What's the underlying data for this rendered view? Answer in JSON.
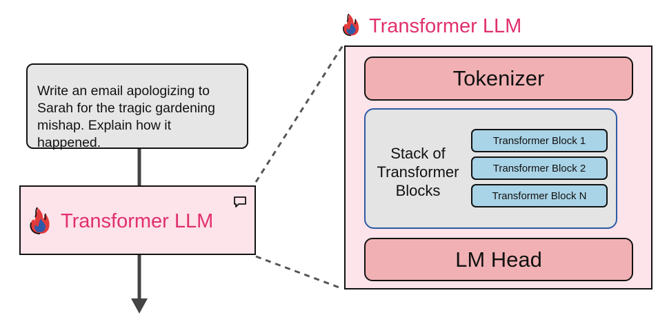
{
  "prompt": {
    "text_lines": [
      "Write an email apologizing to",
      "Sarah for the tragic gardening",
      "mishap. Explain how it happened."
    ]
  },
  "llm_box": {
    "label": "Transformer LLM",
    "logo_icon": "flame-logo-icon",
    "corner_icon": "comment-icon"
  },
  "detail": {
    "title": "Transformer LLM",
    "tokenizer_label": "Tokenizer",
    "stack_label_lines": [
      "Stack of",
      "Transformer",
      "Blocks"
    ],
    "blocks": [
      "Transformer Block 1",
      "Transformer Block 2",
      "Transformer Block N"
    ],
    "lm_head_label": "LM Head"
  },
  "colors": {
    "accent_text": "#e0306e",
    "llm_fill": "#fde3ea",
    "pill_fill": "#f1b1b4",
    "block_fill": "#a9d3e6",
    "stack_border": "#2b5aa3",
    "prompt_fill": "#e6e6e6",
    "arrow": "#444444"
  }
}
